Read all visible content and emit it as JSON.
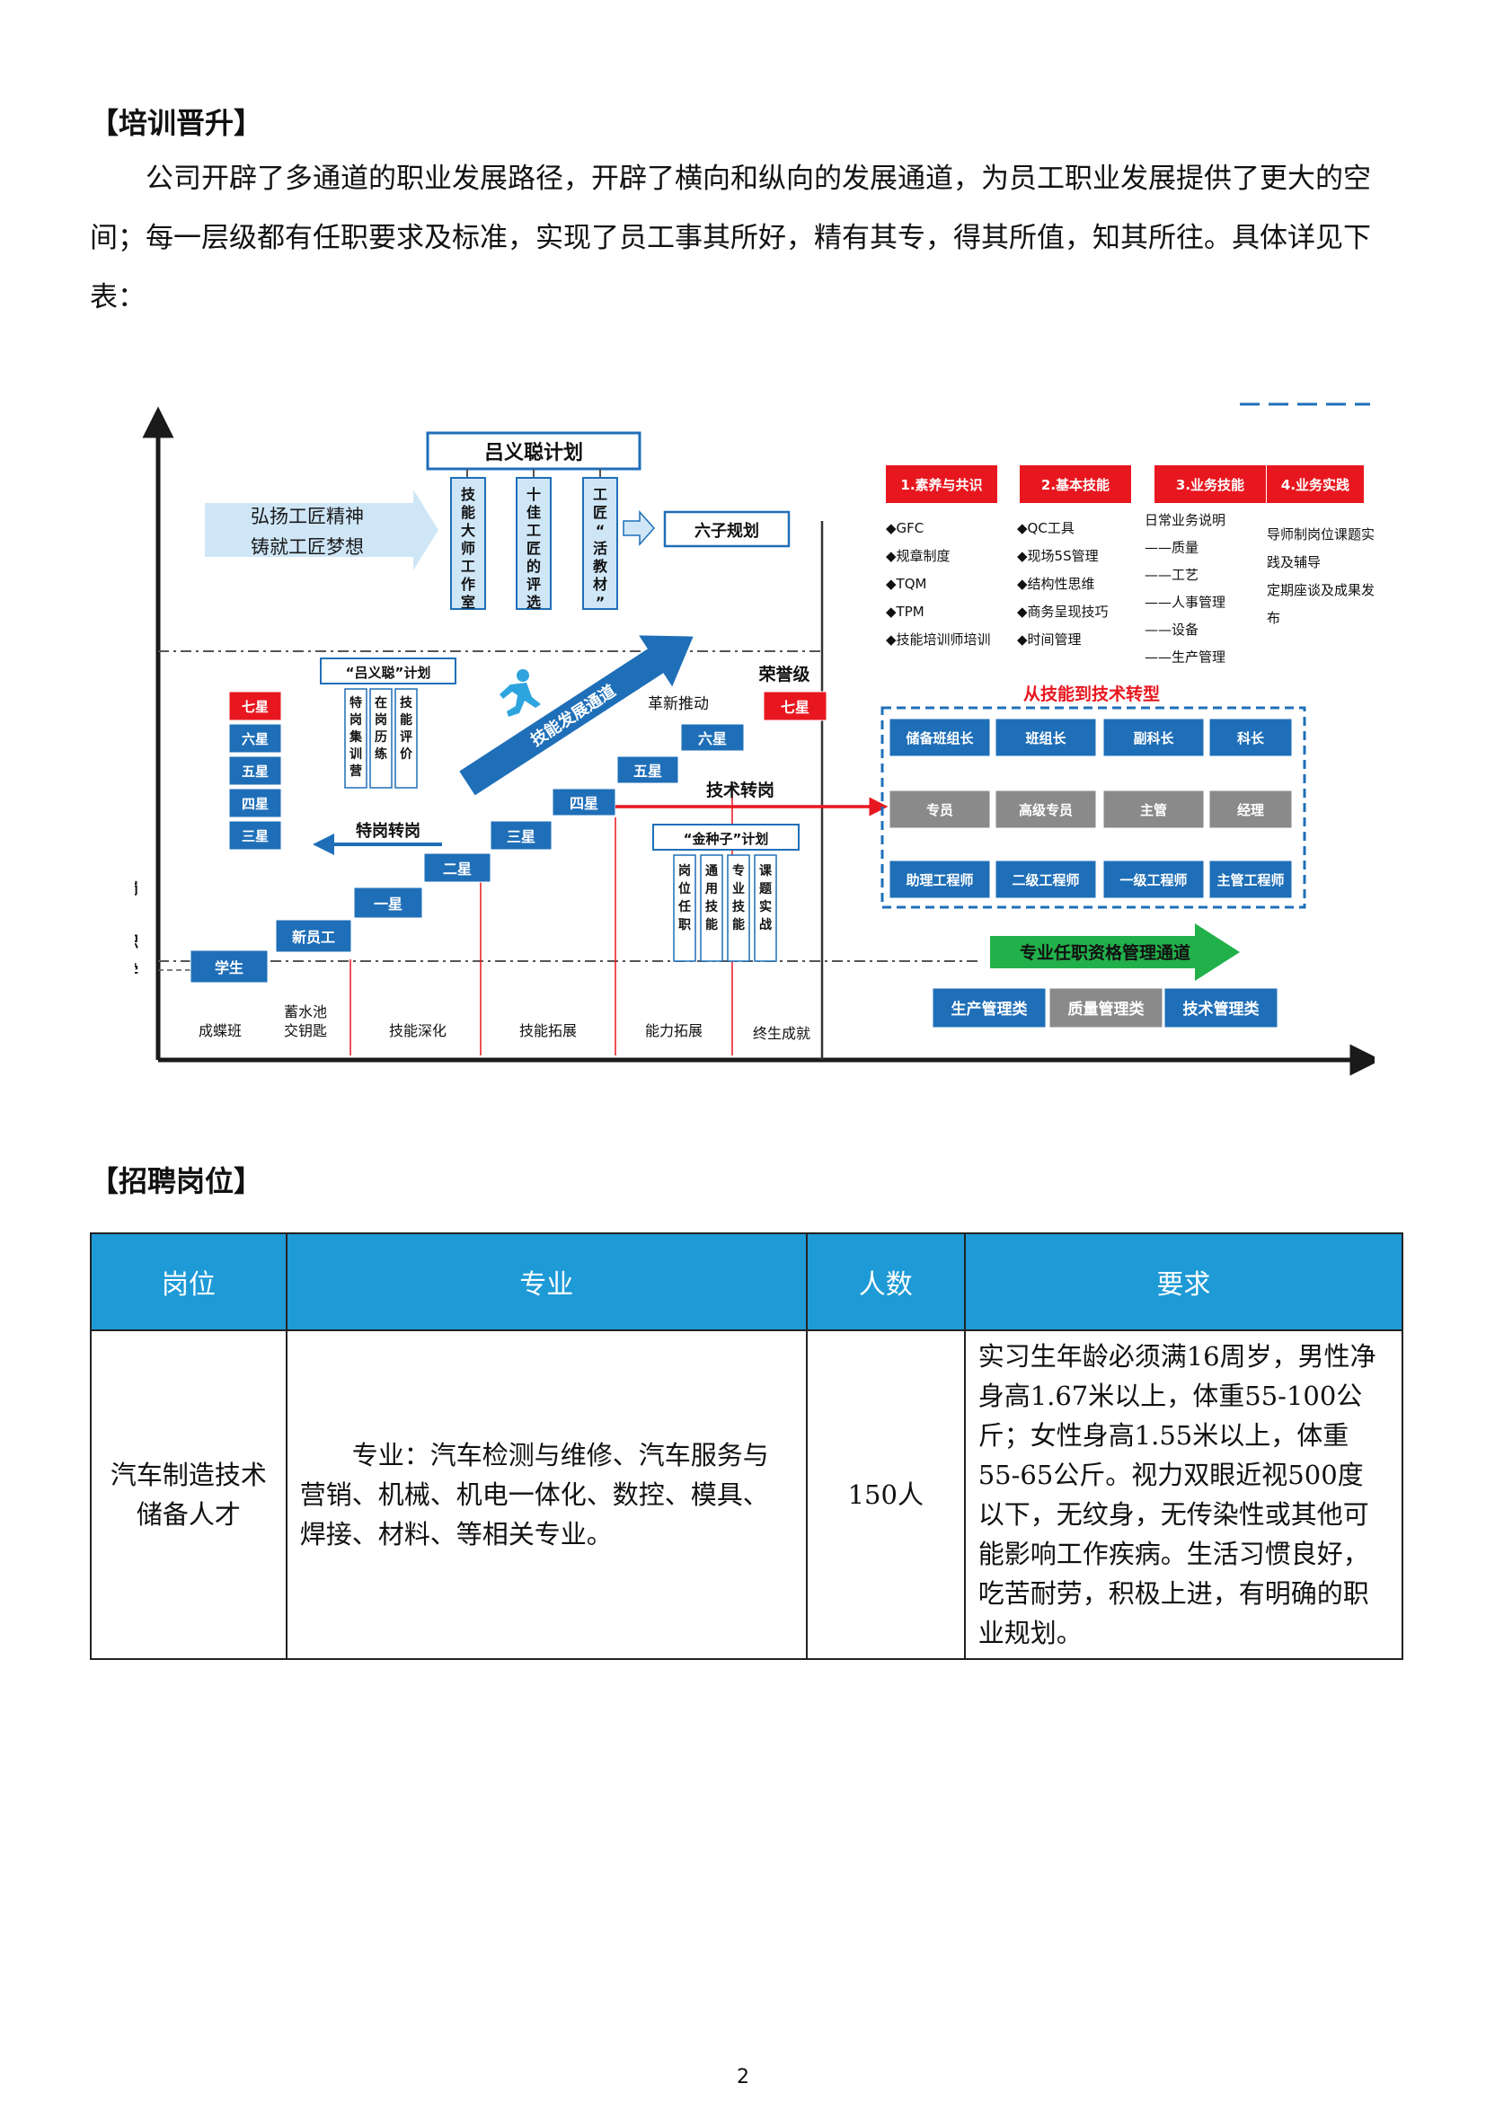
{
  "section1": {
    "title": "【培训晋升】",
    "paragraph": "公司开辟了多通道的职业发展路径，开辟了横向和纵向的发展通道，为员工职业发展提供了更大的空间；每一层级都有任职要求及标准，实现了员工事其所好，精有其专，得其所值，知其所往。具体详见下表："
  },
  "diagram": {
    "plan_title": "吕义聪计划",
    "left_banner": [
      "弘扬工匠精神",
      "铸就工匠梦想"
    ],
    "plan_columns": [
      "技能大师工作室",
      "十佳工匠的评选",
      "工匠“活教材”"
    ],
    "six_sub_plan": "六子规划",
    "lyc_plan_small": "“吕义聪”计划",
    "lyc_columns": [
      "特岗集训营",
      "在岗历练",
      "技能评价"
    ],
    "stars_left": [
      "七星",
      "六星",
      "五星",
      "四星",
      "三星"
    ],
    "stairs": [
      "学生",
      "新员工",
      "一星",
      "二星",
      "三星",
      "四星",
      "五星",
      "六星",
      "七星"
    ],
    "special_transfer": "特岗转岗",
    "skill_channel": "技能发展通道",
    "innovation": "革新推动",
    "honor": "荣誉级",
    "tech_transfer": "技术转岗",
    "golden_plan": "“金种子”计划",
    "golden_columns": [
      "岗位任职",
      "通用技能",
      "专业技能",
      "课题实战"
    ],
    "y_labels": [
      "上岗",
      "入职",
      "入学"
    ],
    "x_labels": [
      "成蝶班",
      "蓄水池交钥匙",
      "技能深化",
      "技能拓展",
      "能力拓展",
      "终生成就"
    ],
    "x_label_2line": [
      "蓄水池",
      "交钥匙"
    ],
    "cat_headers": [
      "1.素养与共识",
      "2.基本技能",
      "3.业务技能",
      "4.业务实践"
    ],
    "cat1": [
      "◆GFC",
      "◆规章制度",
      "◆TQM",
      "◆TPM",
      "◆技能培训师培训"
    ],
    "cat2": [
      "◆QC工具",
      "◆现场5S管理",
      "◆结构性思维",
      "◆商务呈现技巧",
      "◆时间管理"
    ],
    "cat3": [
      "日常业务说明",
      "——质量",
      "——工艺",
      "——人事管理",
      "——设备",
      "——生产管理"
    ],
    "cat4": [
      "导师制岗位课题实",
      "践及辅导",
      "定期座谈及成果发",
      "布"
    ],
    "transition_title": "从技能到技术转型",
    "row1": [
      "储备班组长",
      "班组长",
      "副科长",
      "科长"
    ],
    "row2": [
      "专员",
      "高级专员",
      "主管",
      "经理"
    ],
    "row3": [
      "助理工程师",
      "二级工程师",
      "一级工程师",
      "主管工程师"
    ],
    "qual_channel": "专业任职资格管理通道",
    "bottom_cats": [
      "生产管理类",
      "质量管理类",
      "技术管理类"
    ],
    "colors": {
      "blue": "#1f6fb8",
      "red": "#e8171f",
      "gray": "#8a8a8a",
      "green": "#22b04b",
      "lightblue": "#cfe6f7"
    }
  },
  "section2": {
    "title": "【招聘岗位】"
  },
  "table": {
    "headers": [
      "岗位",
      "专业",
      "人数",
      "要求"
    ],
    "rows": [
      {
        "position": "汽车制造技术储备人才",
        "major": "专业：汽车检测与维修、汽车服务与营销、机械、机电一体化、数控、模具、焊接、材料、等相关专业。",
        "count": "150人",
        "requirement": "实习生年龄必须满16周岁，男性净身高1.67米以上，体重55-100公斤；女性身高1.55米以上，体重55-65公斤。视力双眼近视500度以下，无纹身，无传染性或其他可能影响工作疾病。生活习惯良好，吃苦耐劳，积极上进，有明确的职业规划。"
      }
    ]
  },
  "page_number": "2"
}
